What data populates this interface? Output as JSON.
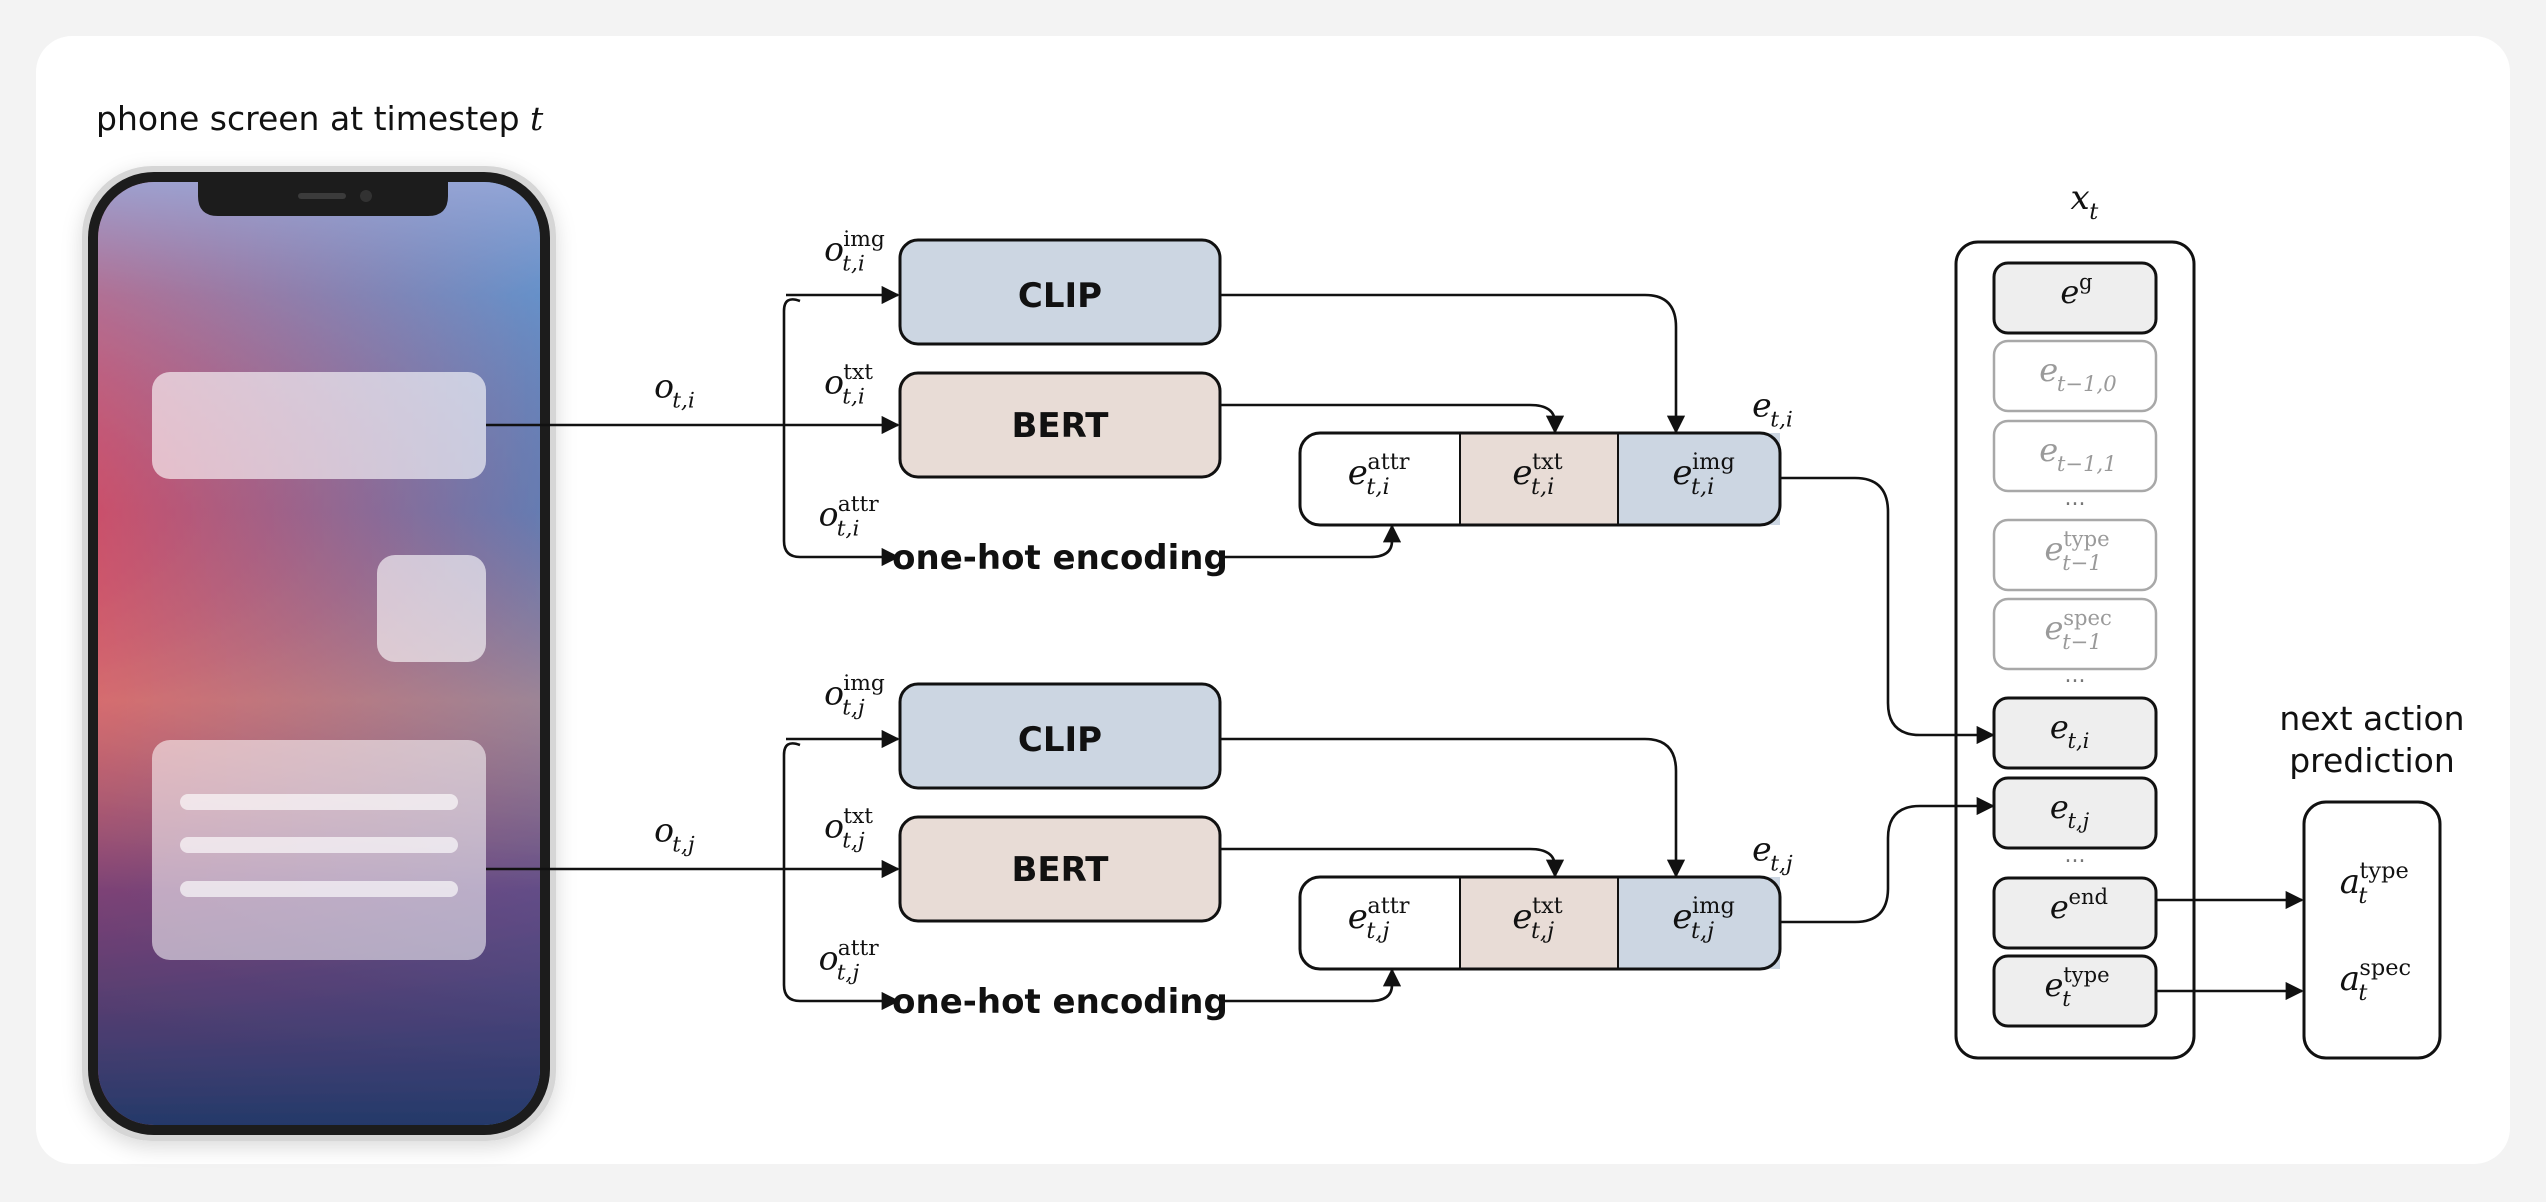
{
  "title": {
    "text": "phone screen at timestep ",
    "var": "t"
  },
  "branches": [
    {
      "input": {
        "base": "o",
        "sub": "t,j",
        "sup": ""
      },
      "img": {
        "base": "o",
        "sub": "t,j",
        "sup": "img"
      },
      "txt": {
        "base": "o",
        "sub": "t,j",
        "sup": "txt"
      },
      "attr": {
        "base": "o",
        "sub": "t,j",
        "sup": "attr"
      },
      "clip_label": "CLIP",
      "bert_label": "BERT",
      "onehot_label": "one-hot encoding",
      "embed_label": {
        "base": "e",
        "sub": "t,j",
        "sup": ""
      },
      "cells": [
        {
          "base": "e",
          "sub": "t,j",
          "sup": "attr",
          "color": "#ffffff"
        },
        {
          "base": "e",
          "sub": "t,j",
          "sup": "txt",
          "color": "#e8dcd6"
        },
        {
          "base": "e",
          "sub": "t,j",
          "sup": "img",
          "color": "#ccd6e2"
        }
      ]
    }
  ],
  "colors": {
    "clip": "#ccd6e2",
    "bert": "#e8dcd6",
    "cell_attr": "#ffffff",
    "stroke": "#111111",
    "faded": "#a8a8a8",
    "token_fill": "#eeeeee"
  },
  "sequence": {
    "label": {
      "base": "x",
      "sub": "t",
      "sup": ""
    },
    "tokens": [
      {
        "base": "e",
        "sub": "",
        "sup": "g",
        "faded": false
      },
      {
        "base": "e",
        "sub": "t−1,0",
        "sup": "",
        "faded": true
      },
      {
        "base": "e",
        "sub": "t−1,1",
        "sup": "",
        "faded": true
      },
      {
        "base": "e",
        "sub": "t−1",
        "sup": "type",
        "faded": true
      },
      {
        "base": "e",
        "sub": "t−1",
        "sup": "spec",
        "faded": true
      },
      {
        "base": "e",
        "sub": "t,i",
        "sup": "",
        "faded": false
      },
      {
        "base": "e",
        "sub": "t,j",
        "sup": "",
        "faded": false
      },
      {
        "base": "e",
        "sub": "",
        "sup": "end",
        "faded": false
      },
      {
        "base": "e",
        "sub": "t",
        "sup": "type",
        "faded": false
      }
    ],
    "ellipsis": "..."
  },
  "prediction": {
    "title_line1": "next action",
    "title_line2": "prediction",
    "outputs": [
      {
        "base": "a",
        "sub": "t",
        "sup": "type"
      },
      {
        "base": "a",
        "sub": "t",
        "sup": "spec"
      }
    ]
  },
  "phone": {
    "screen_gradient": [
      "#3f7fc0",
      "#c9506a",
      "#d9826a",
      "#2d3f73"
    ]
  }
}
